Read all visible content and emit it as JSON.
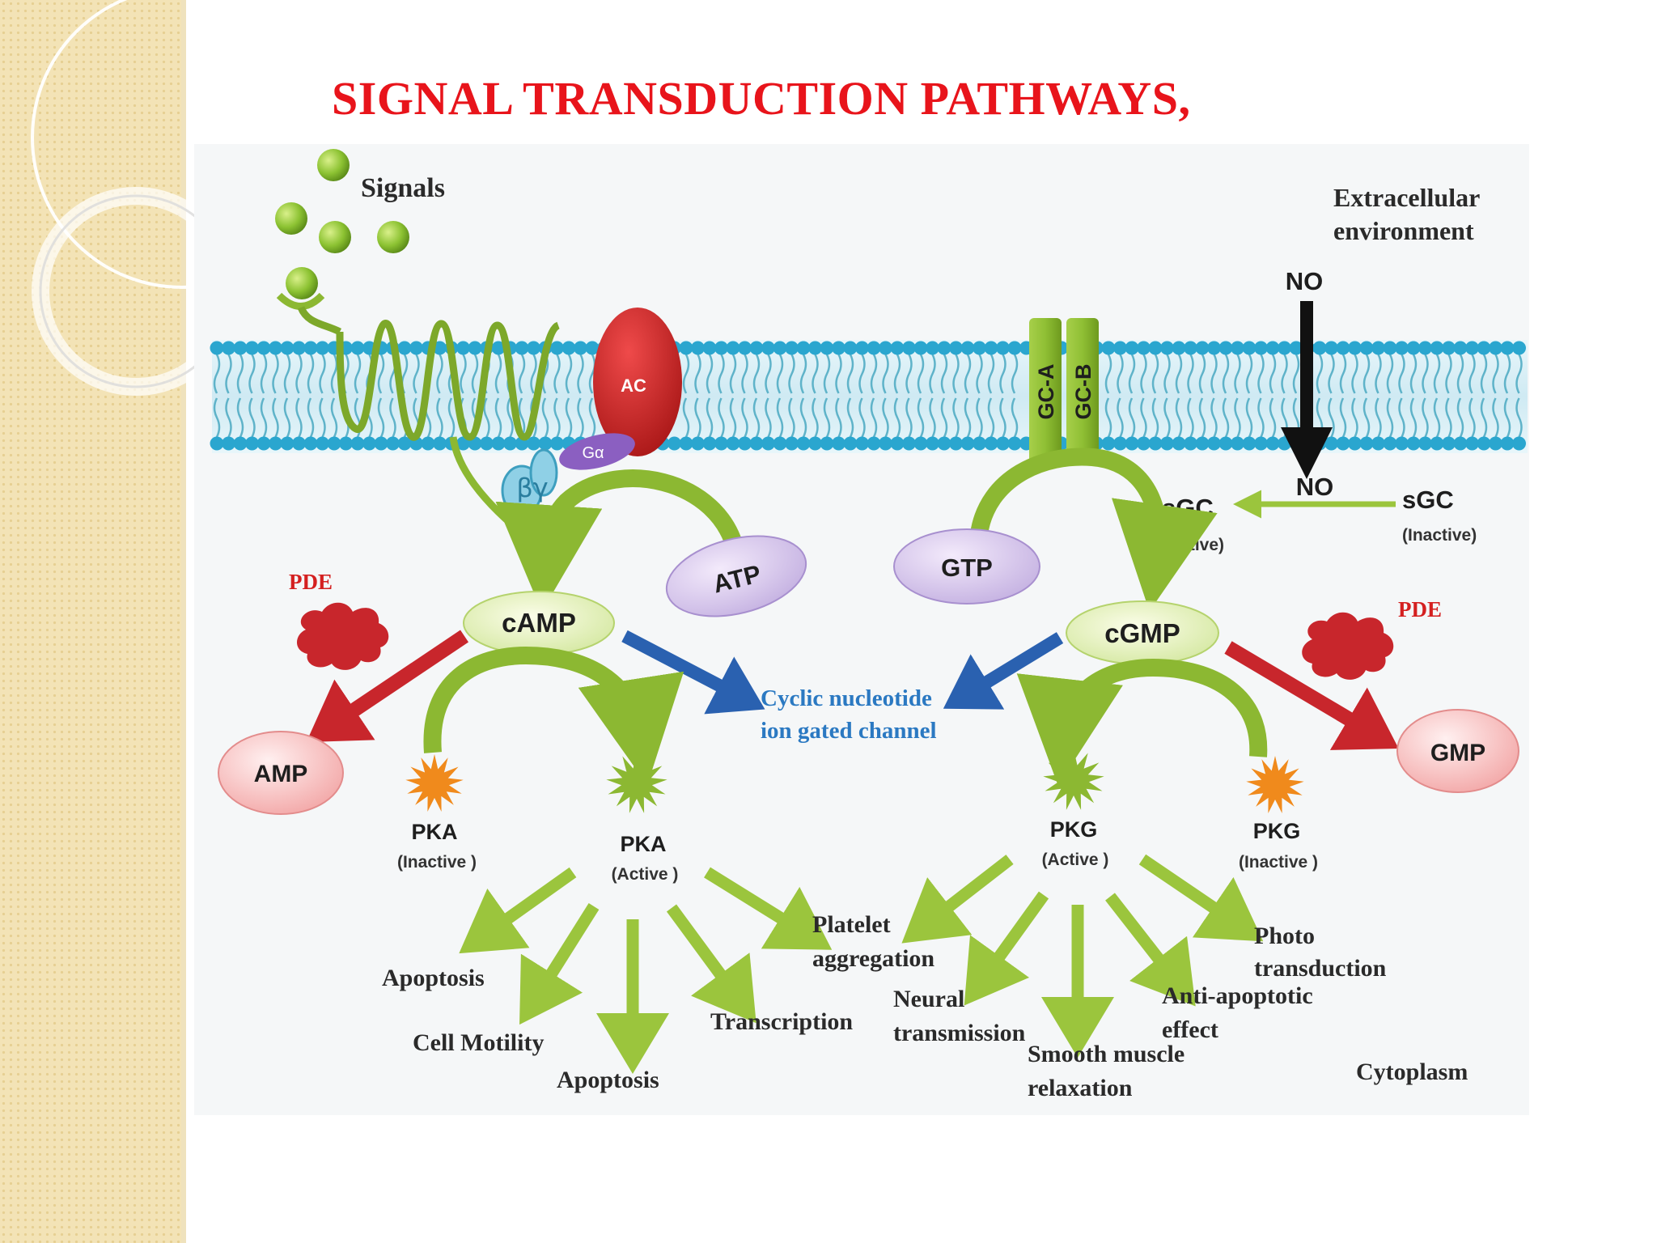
{
  "title": "SIGNAL TRANSDUCTION PATHWAYS,",
  "labels": {
    "signals": "Signals",
    "extracellular_1": "Extracellular",
    "extracellular_2": "environment",
    "no_top": "NO",
    "no_bottom": "NO",
    "ac": "AC",
    "g_alpha": "Gα",
    "beta_gamma": "βγ",
    "gc_a": "GC-A",
    "gc_b": "GC-B",
    "sgc_active": "sGC",
    "sgc_active_sub": "(Active)",
    "sgc_inactive": "sGC",
    "sgc_inactive_sub": "(Inactive)",
    "atp": "ATP",
    "gtp": "GTP",
    "pde_left": "PDE",
    "pde_right": "PDE",
    "camp": "cAMP",
    "cgmp": "cGMP",
    "cng_1": "Cyclic nucleotide",
    "cng_2": "ion gated channel",
    "amp": "AMP",
    "gmp": "GMP",
    "pka_inactive": "PKA",
    "pka_inactive_sub": "(Inactive )",
    "pka_active": "PKA",
    "pka_active_sub": "(Active )",
    "pkg_active": "PKG",
    "pkg_active_sub": "(Active )",
    "pkg_inactive": "PKG",
    "pkg_inactive_sub": "(Inactive )",
    "apoptosis_1": "Apoptosis",
    "cell_motility": "Cell Motility",
    "apoptosis_2": "Apoptosis",
    "transcription": "Transcription",
    "platelet_1": "Platelet",
    "platelet_2": "aggregation",
    "neural_1": "Neural",
    "neural_2": "transmission",
    "smooth_1": "Smooth muscle",
    "smooth_2": "relaxation",
    "anti_1": "Anti-apoptotic",
    "anti_2": "effect",
    "photo_1": "Photo",
    "photo_2": "transduction",
    "cytoplasm": "Cytoplasm"
  },
  "colors": {
    "title": "#e8141b",
    "membrane_head": "#2aa6cf",
    "membrane_tail": "#5fb3c9",
    "green_arrow": "#8cb832",
    "red_arrow": "#c8262c",
    "blue_arrow": "#2a61b0",
    "cng_text": "#2b79c2",
    "pde_text": "#d42020",
    "ac_red": "#c81d1d"
  }
}
